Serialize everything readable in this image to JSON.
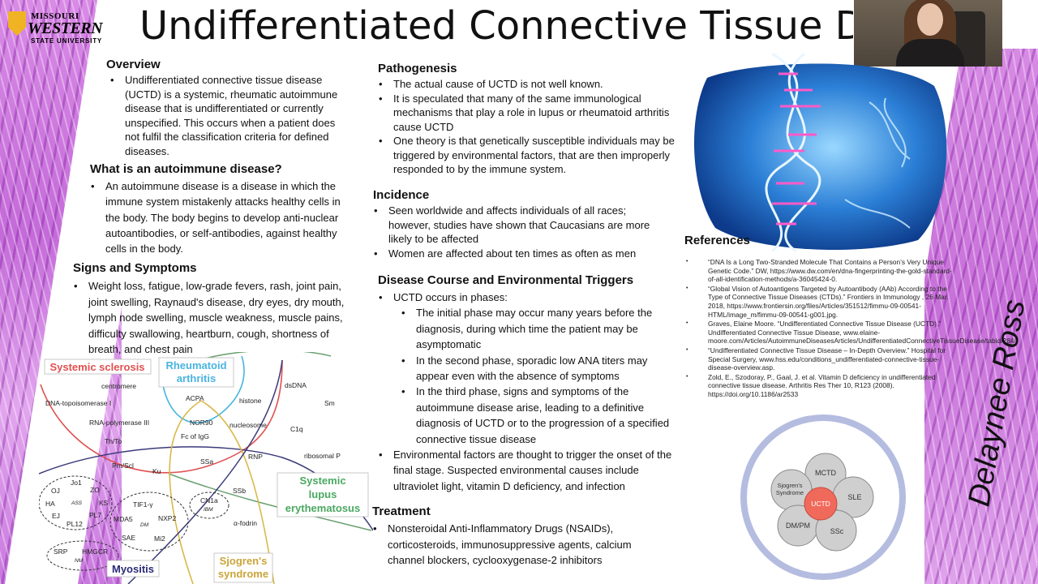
{
  "logo": {
    "line1": "MISSOURI",
    "line2": "WESTERN",
    "line3": "STATE UNIVERSITY"
  },
  "title": "Undifferentiated Connective Tissue Di",
  "author": "Delaynee Ross",
  "sections": {
    "overview": {
      "heading": "Overview",
      "items": [
        "Undifferentiated connective tissue disease (UCTD) is a systemic, rheumatic autoimmune disease that is undifferentiated or currently unspecified. This occurs when a patient does not fulfil the classification criteria for defined diseases."
      ]
    },
    "autoimmune": {
      "heading": "What is an autoimmune disease?",
      "items": [
        "An autoimmune disease is a disease in which the immune system mistakenly attacks healthy cells in the body. The body begins to develop anti-nuclear autoantibodies, or self-antibodies, against healthy cells in the body."
      ]
    },
    "signs": {
      "heading": "Signs and Symptoms",
      "items": [
        "Weight loss, fatigue, low-grade fevers, rash, joint pain, joint swelling, Raynaud's disease, dry eyes, dry mouth, lymph node swelling, muscle weakness, muscle pains, difficulty swallowing, heartburn, cough, shortness of breath, and chest pain"
      ]
    },
    "pathogenesis": {
      "heading": "Pathogenesis",
      "items": [
        "The actual cause of UCTD is not well known.",
        "It is speculated that many of the same immunological mechanisms that play a role in lupus or rheumatoid arthritis cause UCTD",
        "One theory is that genetically susceptible individuals may be triggered by environmental factors, that are then improperly responded to by the immune system."
      ]
    },
    "incidence": {
      "heading": "Incidence",
      "items": [
        "Seen worldwide and affects individuals of all races; however, studies have shown that Caucasians are more likely to be affected",
        "Women are affected about ten times as often as men"
      ]
    },
    "course": {
      "heading": "Disease Course and Environmental Triggers",
      "items": [
        "UCTD occurs in phases:",
        "The initial phase may occur many years before the diagnosis, during which time the patient may be asymptomatic",
        "In the second phase, sporadic low ANA titers may appear even with the absence of symptoms",
        "In the third phase, signs and symptoms of the autoimmune disease arise, leading to a definitive diagnosis of UCTD or to the progression of a specified connective tissue disease",
        "Environmental factors are thought to trigger the onset of the final stage. Suspected environmental causes include ultraviolet light, vitamin D deficiency, and infection"
      ]
    },
    "treatment": {
      "heading": "Treatment",
      "items": [
        "Nonsteroidal Anti-Inflammatory Drugs (NSAIDs), corticosteroids, immunosuppressive agents, calcium channel blockers, cyclooxygenase-2 inhibitors"
      ]
    },
    "references": {
      "heading": "References",
      "items": [
        "“DNA Is a Long Two-Stranded Molecule That Contains a Person’s Very Unique Genetic Code.” DW, https://www.dw.com/en/dna-fingerprinting-the-gold-standard-of-all-identification-methods/a-36045424-0.",
        "“Global Vision of Autoantigens Targeted by Autoantibody (AAb) According to the Type of Connective Tissue Diseases (CTDs).” Frontiers in Immunology , 26 Mar. 2018, https://www.frontiersin.org/files/Articles/351512/fimmu-09-00541-HTML/image_m/fimmu-09-00541-g001.jpg.",
        "Graves, Elaine Moore. “Undifferentiated Connective Tissue Disease (UCTD).” Undifferentiated Connective Tissue Disease, www.elaine-moore.com/Articles/AutoimmuneDiseasesArticles/UndifferentiatedConnectiveTissueDisease/tabid/284/.",
        "“Undifferentiated Connective Tissue Disease – In-Depth Overview.” Hospital for Special Surgery, www.hss.edu/conditions_undifferentiated-connective-tissue-disease-overview.asp.",
        "Zold, E., Szodoray, P., Gaal, J. et al. Vitamin D deficiency in undifferentiated connective tissue disease. Arthritis Res Ther 10, R123 (2008). https://doi.org/10.1186/ar2533"
      ]
    }
  },
  "venn": {
    "groups": {
      "ssc": "Systemic sclerosis",
      "ra1": "Rheumatoid",
      "ra2": "arthritis",
      "sle1": "Systemic",
      "sle2": "lupus",
      "sle3": "erythematosus",
      "myo": "Myositis",
      "sjo1": "Sjogren's",
      "sjo2": "syndrome"
    },
    "labels": {
      "centromere": "centromere",
      "topo": "DNA-topoisomerase I",
      "rnapol": "RNA-polymerase III",
      "thto": "Th/To",
      "pmscl": "Pm/Scl",
      "ku": "Ku",
      "acpa": "ACPA",
      "nor90": "NOR90",
      "fcigg": "Fc of IgG",
      "histone": "histone",
      "nucleosome": "nucleosome",
      "dsdna": "dsDNA",
      "sm": "Sm",
      "c1q": "C1q",
      "ribop": "ribosomal P",
      "rnp": "RNP",
      "ssa": "SSa",
      "ssb": "SSb",
      "afodrin": "α-fodrin",
      "cn1a": "CN1a",
      "ibm": "IBM",
      "jo1": "Jo1",
      "oj": "OJ",
      "zo": "ZO",
      "ha": "HA",
      "ass": "ASS",
      "ks": "KS",
      "ej": "EJ",
      "pl7": "PL7",
      "pl12": "PL12",
      "tif1": "TIF1-γ",
      "mda5": "MDA5",
      "dm": "DM",
      "nxp2": "NXP2",
      "sae": "SAE",
      "mi2": "Mi2",
      "srp": "SRP",
      "hmgcr": "HMGCR",
      "nm": "NM"
    }
  },
  "circle": {
    "mctd": "MCTD",
    "sjogren1": "Sjogren's",
    "sjogren2": "Syndrome",
    "uctd": "UCTD",
    "sle": "SLE",
    "dmpm": "DM/PM",
    "ssc": "SSc"
  }
}
